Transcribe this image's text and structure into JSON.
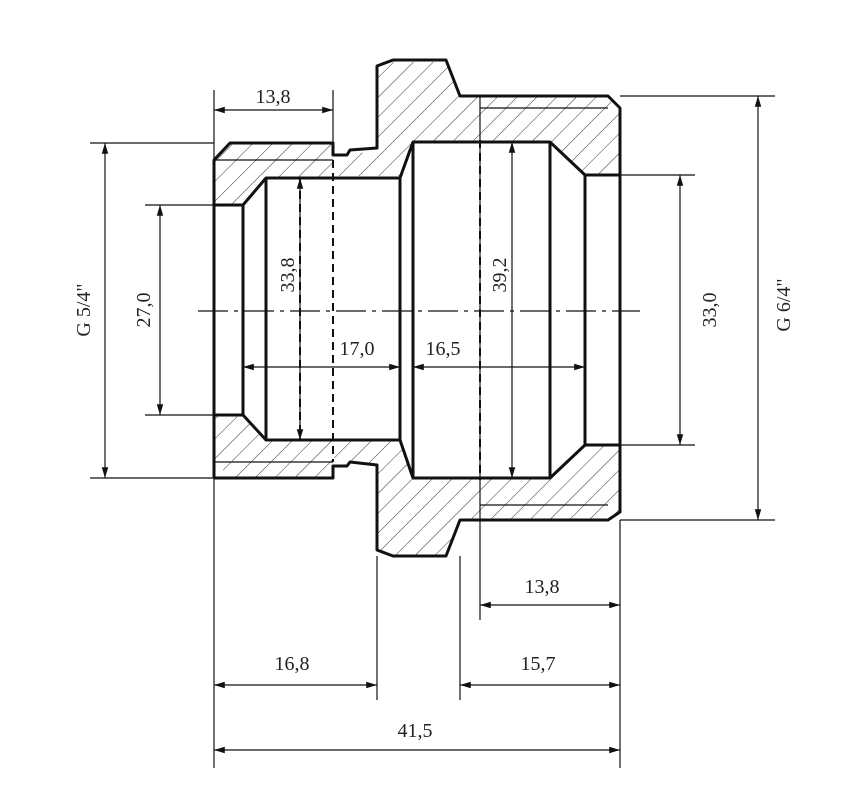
{
  "dimensions": {
    "top_thread_length": "13,8",
    "left_thread": "G 5/4\"",
    "left_bore": "27,0",
    "left_inner": "33,8",
    "mid_left_len": "17,0",
    "mid_right_len": "16,5",
    "right_inner": "39,2",
    "right_bore": "33,0",
    "right_thread": "G 6/4\"",
    "bottom_thread_length": "13,8",
    "left_length": "16,8",
    "right_length": "15,7",
    "total_length": "41,5"
  }
}
